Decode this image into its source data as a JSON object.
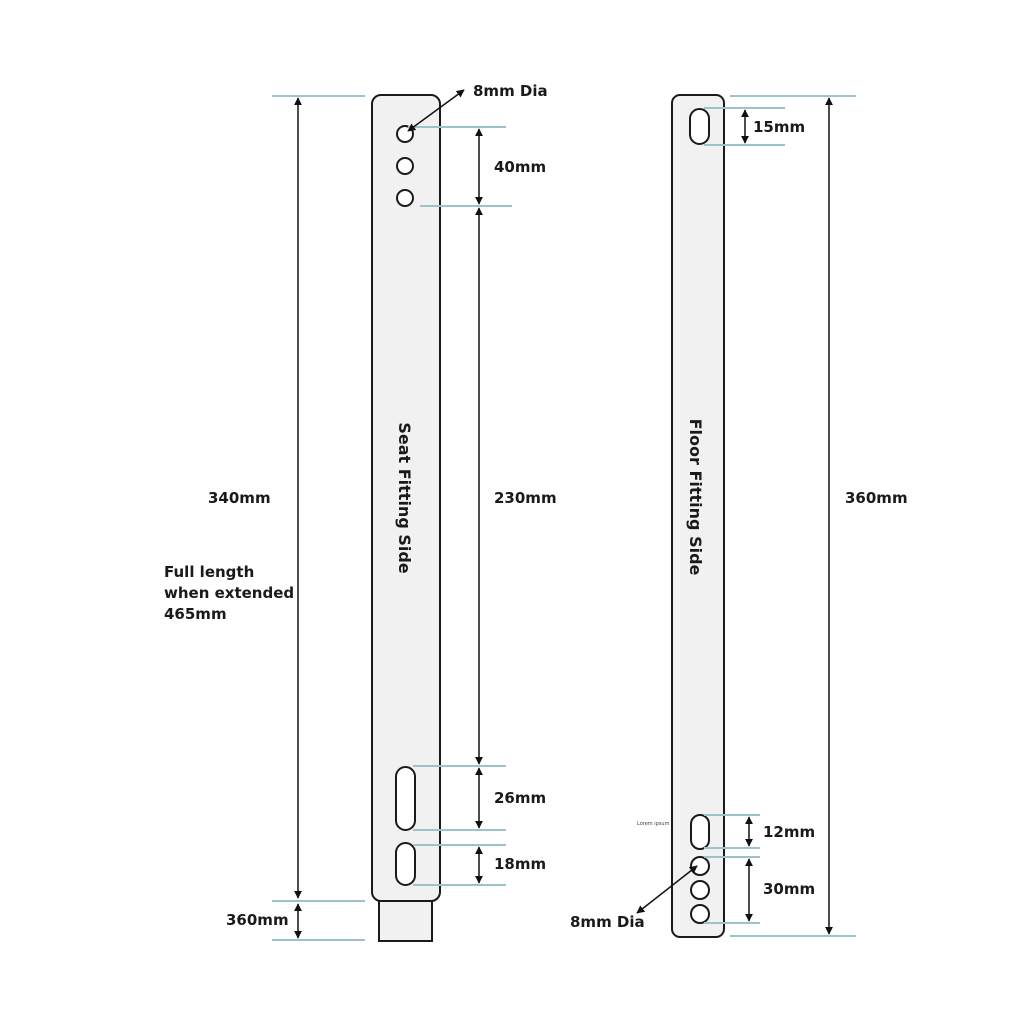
{
  "colors": {
    "extension_line": "#9cc3cc",
    "bar_fill": "#f1f1f1",
    "outline": "#1a1a1a"
  },
  "left_part": {
    "side_label": "Seat Fitting Side",
    "hole_dia": "8mm Dia",
    "dim_top_holes": "40mm",
    "dim_middle": "230mm",
    "dim_slot_upper": "26mm",
    "dim_slot_lower": "18mm",
    "dim_overall": "340mm",
    "dim_extension": "360mm",
    "full_length": [
      "Full length",
      "when extended",
      "465mm"
    ]
  },
  "right_part": {
    "side_label": "Floor Fitting Side",
    "dim_top_slot": "15mm",
    "dim_overall": "360mm",
    "dim_bottom_slot": "12mm",
    "dim_bottom_holes": "30mm",
    "hole_dia": "8mm Dia",
    "placeholder": "Lorem ipsum"
  }
}
